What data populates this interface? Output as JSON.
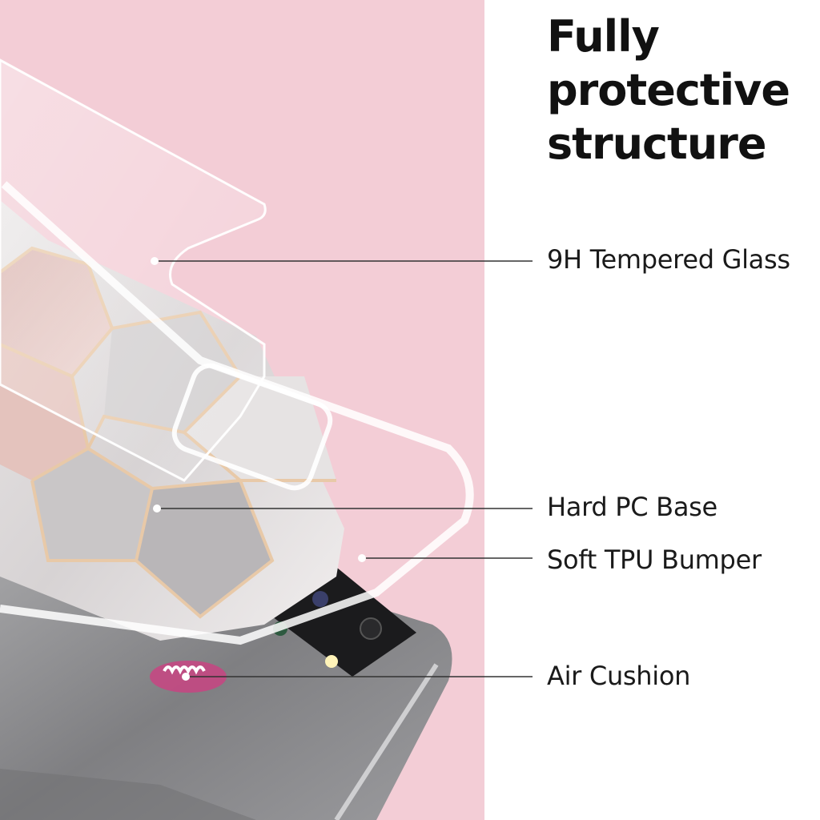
{
  "headline": {
    "line1": "Fully",
    "line2": "protective",
    "line3": "structure"
  },
  "callouts": [
    {
      "label": "9H Tempered Glass"
    },
    {
      "label": "Hard PC Base"
    },
    {
      "label": "Soft TPU Bumper"
    },
    {
      "label": "Air Cushion"
    }
  ],
  "colors": {
    "background_pink": "#f3cdd6",
    "panel_white": "#ffffff",
    "text": "#111111",
    "leader_line": "#333333",
    "phone_gray": "#8f8f92"
  }
}
